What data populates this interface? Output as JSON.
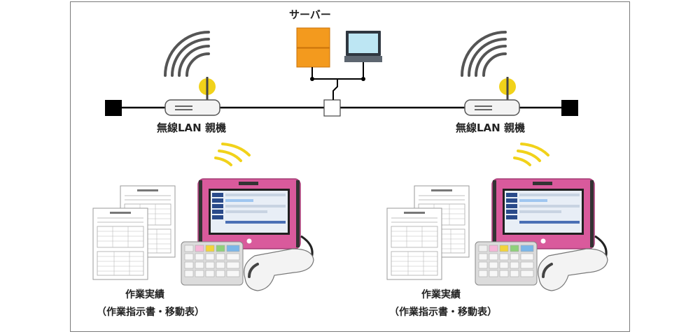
{
  "server": {
    "label": "サーバー"
  },
  "access_points": [
    {
      "label": "無線LAN 親機"
    },
    {
      "label": "無線LAN 親機"
    }
  ],
  "terminals": [
    {
      "caption": "作業実績",
      "subcaption": "（作業指示書・移動表）"
    },
    {
      "caption": "作業実績",
      "subcaption": "（作業指示書・移動表）"
    }
  ],
  "colors": {
    "network_line": "#000000",
    "server_orange": "#f39a1e",
    "pc_screen": "#bde6f3",
    "wifi_yellow": "#f1d21a",
    "signal_gray": "#555555",
    "tablet_pink": "#d95a9c",
    "frame_border": "#7a7a7a"
  },
  "icons": {
    "server": "server-icon",
    "pc": "desktop-pc-icon",
    "hub": "network-hub-icon",
    "router": "wireless-router-icon",
    "terminator": "line-terminator-icon",
    "tablet": "tablet-terminal-icon",
    "keypad": "keypad-icon",
    "scanner": "barcode-scanner-icon",
    "document": "document-sheet-icon"
  }
}
